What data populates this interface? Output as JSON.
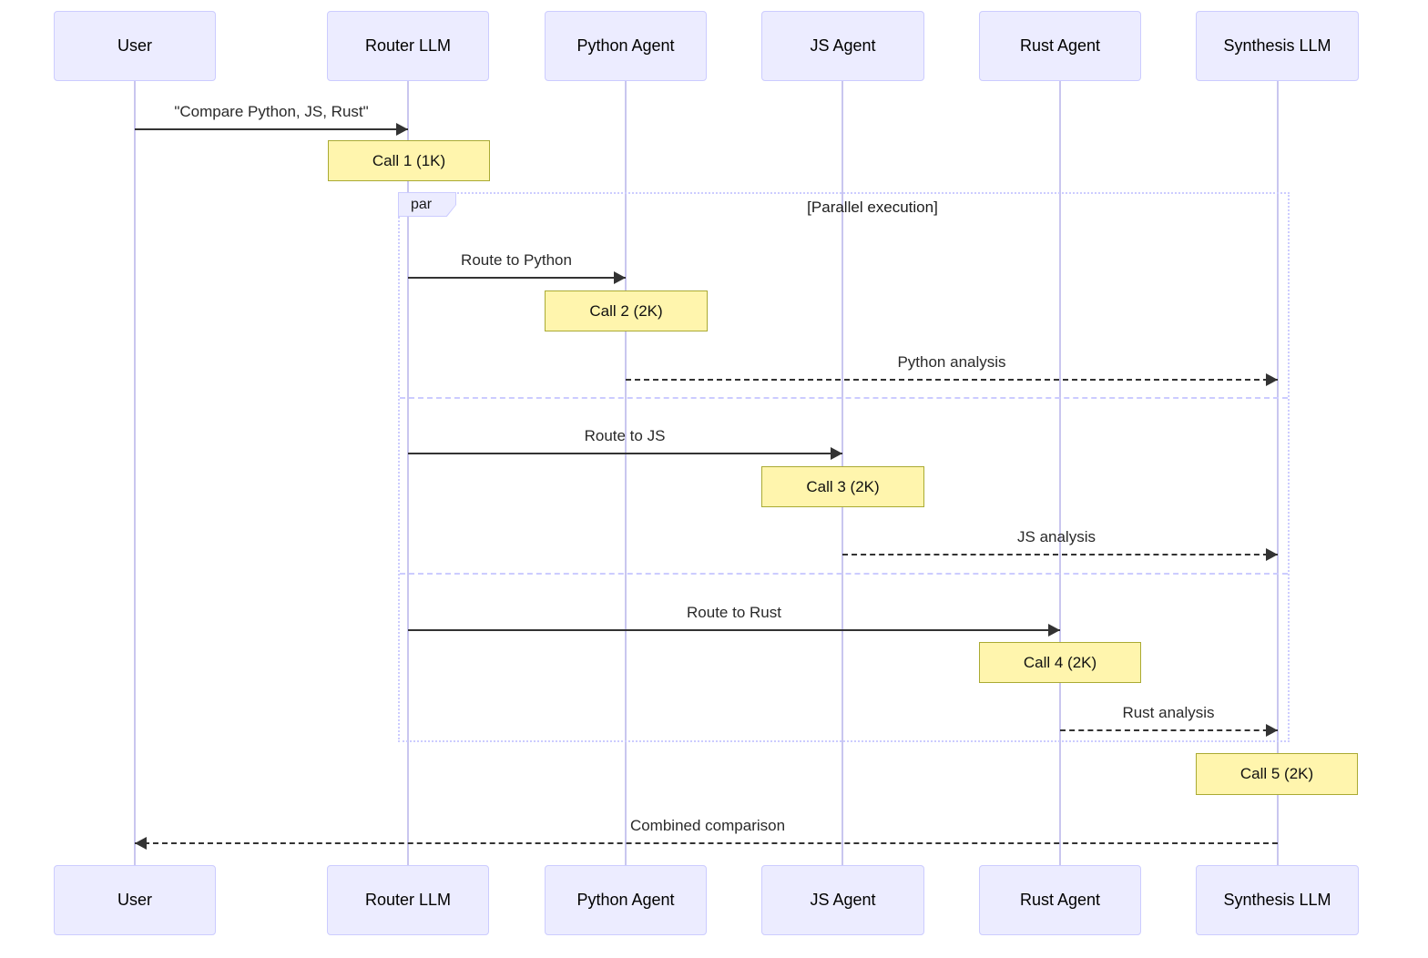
{
  "diagram_type": "sequence-diagram",
  "actors": [
    {
      "id": "user",
      "label": "User"
    },
    {
      "id": "router-llm",
      "label": "Router LLM"
    },
    {
      "id": "python-agent",
      "label": "Python Agent"
    },
    {
      "id": "js-agent",
      "label": "JS Agent"
    },
    {
      "id": "rust-agent",
      "label": "Rust Agent"
    },
    {
      "id": "synthesis-llm",
      "label": "Synthesis LLM"
    }
  ],
  "messages": [
    {
      "from": "User",
      "to": "Router LLM",
      "label": "\"Compare Python, JS, Rust\"",
      "line": "solid"
    },
    {
      "from": "Router LLM",
      "to": "Python Agent",
      "label": "Route to Python",
      "line": "solid"
    },
    {
      "from": "Python Agent",
      "to": "Synthesis LLM",
      "label": "Python analysis",
      "line": "dashed"
    },
    {
      "from": "Router LLM",
      "to": "JS Agent",
      "label": "Route to JS",
      "line": "solid"
    },
    {
      "from": "JS Agent",
      "to": "Synthesis LLM",
      "label": "JS analysis",
      "line": "dashed"
    },
    {
      "from": "Router LLM",
      "to": "Rust Agent",
      "label": "Route to Rust",
      "line": "solid"
    },
    {
      "from": "Rust Agent",
      "to": "Synthesis LLM",
      "label": "Rust analysis",
      "line": "dashed"
    },
    {
      "from": "Synthesis LLM",
      "to": "User",
      "label": "Combined comparison",
      "line": "dashed"
    }
  ],
  "notes": [
    {
      "over": "Router LLM",
      "label": "Call 1 (1K)"
    },
    {
      "over": "Python Agent",
      "label": "Call 2 (2K)"
    },
    {
      "over": "JS Agent",
      "label": "Call 3 (2K)"
    },
    {
      "over": "Rust Agent",
      "label": "Call 4 (2K)"
    },
    {
      "over": "Synthesis LLM",
      "label": "Call 5 (2K)"
    }
  ],
  "par_block": {
    "label": "par",
    "condition": "[Parallel execution]"
  },
  "colors": {
    "actor_fill": "#ECECFF",
    "actor_border": "#CCCCFF",
    "lifeline": "#C9C6EF",
    "note_fill": "#FFF5AD",
    "note_border": "#AAAA33",
    "frame_border": "#CCCCFF",
    "arrow": "#333333"
  }
}
